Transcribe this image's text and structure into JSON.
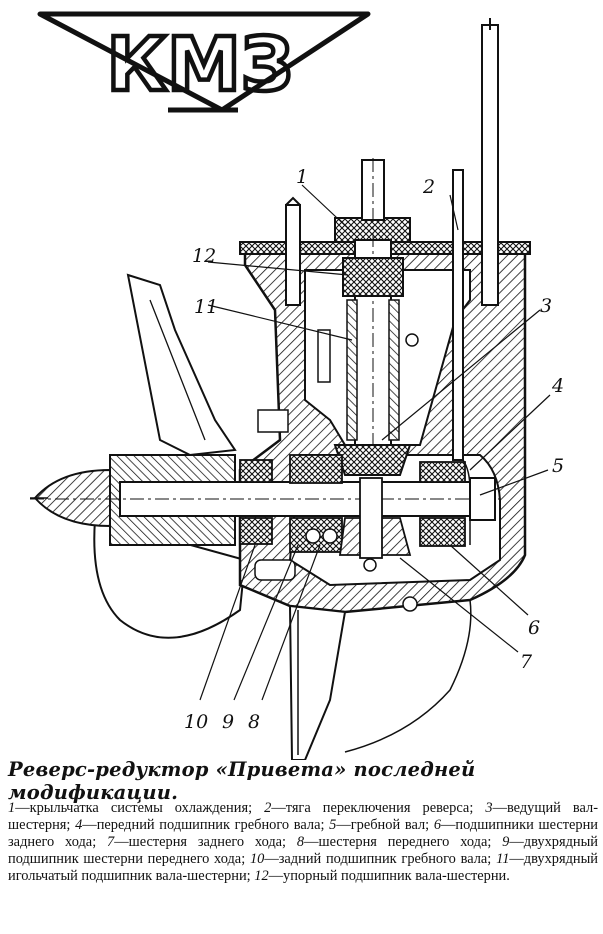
{
  "logo": {
    "text": "КМЗ"
  },
  "callouts": [
    "1",
    "2",
    "3",
    "4",
    "5",
    "6",
    "7",
    "8",
    "9",
    "10",
    "11",
    "12"
  ],
  "caption": {
    "title": "Реверс-редуктор «Привета» последней модификации.",
    "items": [
      {
        "num": "1",
        "text": "—крыльчатка системы охлаждения; "
      },
      {
        "num": "2",
        "text": "—тяга переключения реверса; "
      },
      {
        "num": "3",
        "text": "—ведущий вал-шестерня; "
      },
      {
        "num": "4",
        "text": "—передний подшипник гребного вала; "
      },
      {
        "num": "5",
        "text": "—гребной вал; "
      },
      {
        "num": "6",
        "text": "—подшипники шестерни заднего хода; "
      },
      {
        "num": "7",
        "text": "—шестерня заднего хода; "
      },
      {
        "num": "8",
        "text": "—шестерня переднего хода; "
      },
      {
        "num": "9",
        "text": "—двухрядный подшипник шестерни переднего хода; "
      },
      {
        "num": "10",
        "text": "—задний подшипник гребного вала; "
      },
      {
        "num": "11",
        "text": "—двухрядный игольчатый подшипник вала-шестерни; "
      },
      {
        "num": "12",
        "text": "—упорный подшипник вала-шестерни."
      }
    ]
  }
}
